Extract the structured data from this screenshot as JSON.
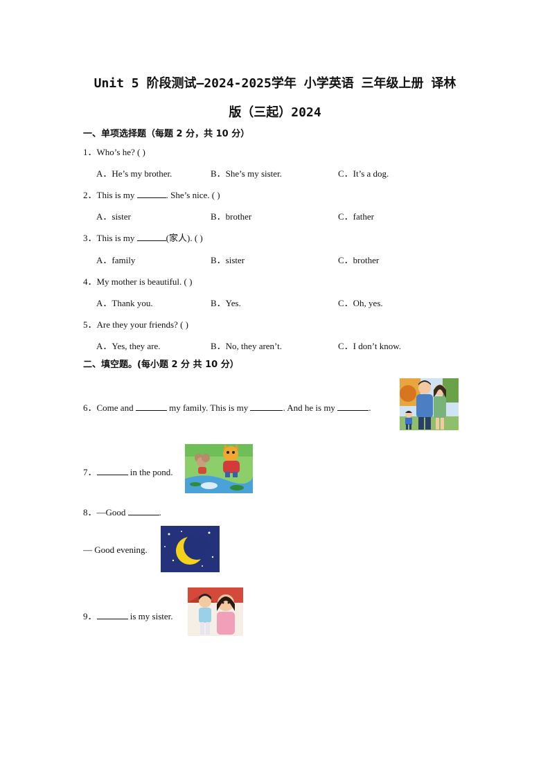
{
  "title": {
    "line1": "Unit 5 阶段测试—2024-2025学年 小学英语 三年级上册 译林",
    "line2": "版（三起）2024"
  },
  "section1": {
    "heading": "一、单项选择题（每题 2 分，共 10 分）",
    "questions": [
      {
        "stem": "1．Who’s he? ( )",
        "a": "A．He’s my brother.",
        "b": "B．She’s my sister.",
        "c": "C．It’s a dog."
      },
      {
        "stem_pre": "2．This is my ",
        "stem_post": ". She’s nice. ( )",
        "a": "A．sister",
        "b": "B．brother",
        "c": "C．father"
      },
      {
        "stem_pre": "3．This is my ",
        "stem_post": "(家人). ( )",
        "a": "A．family",
        "b": "B．sister",
        "c": "C．brother"
      },
      {
        "stem": "4．My mother is beautiful. ( )",
        "a": "A．Thank you.",
        "b": "B．Yes.",
        "c": "C．Oh, yes."
      },
      {
        "stem": "5．Are they your friends? ( )",
        "a": "A．Yes, they are.",
        "b": "B．No, they aren’t.",
        "c": "C．I don’t know."
      }
    ]
  },
  "section2": {
    "heading": "二、填空题。(每小题 2 分 共 10 分）",
    "q6": {
      "p1": "6．Come and ",
      "p2": " my family.  This is my ",
      "p3": ". And he is my ",
      "p4": "."
    },
    "q7": {
      "p1": "7．",
      "p2": " in the pond."
    },
    "q8": {
      "line1_pre": "8．—Good ",
      "line1_post": ".",
      "line2": "— Good evening."
    },
    "q9": {
      "p1": "9．",
      "p2": " is my sister."
    }
  }
}
